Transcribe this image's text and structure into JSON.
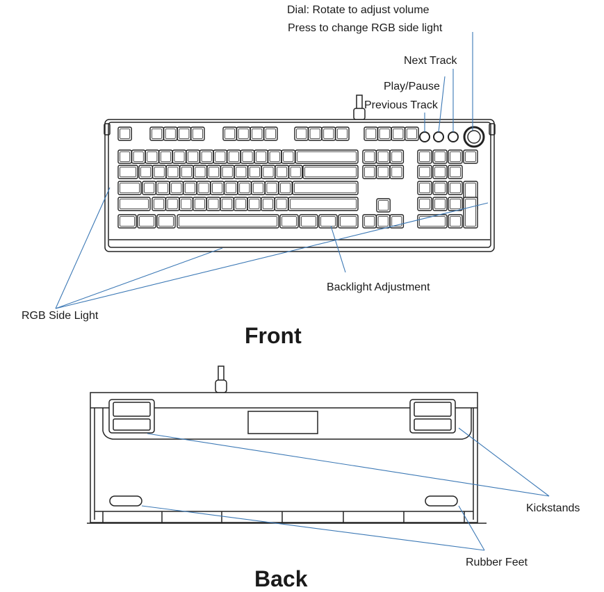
{
  "labels": {
    "dial_line1": "Dial: Rotate to adjust volume",
    "dial_line2": "Press to change RGB side light",
    "next_track": "Next Track",
    "play_pause": "Play/Pause",
    "previous_track": "Previous Track",
    "backlight_adjustment": "Backlight Adjustment",
    "rgb_side_light": "RGB Side Light",
    "kickstands": "Kickstands",
    "rubber_feet": "Rubber Feet"
  },
  "headings": {
    "front": "Front",
    "back": "Back"
  },
  "colors": {
    "leader_line": "#3b78b5",
    "outline": "#222222",
    "accent_dots": "#b040c0"
  }
}
